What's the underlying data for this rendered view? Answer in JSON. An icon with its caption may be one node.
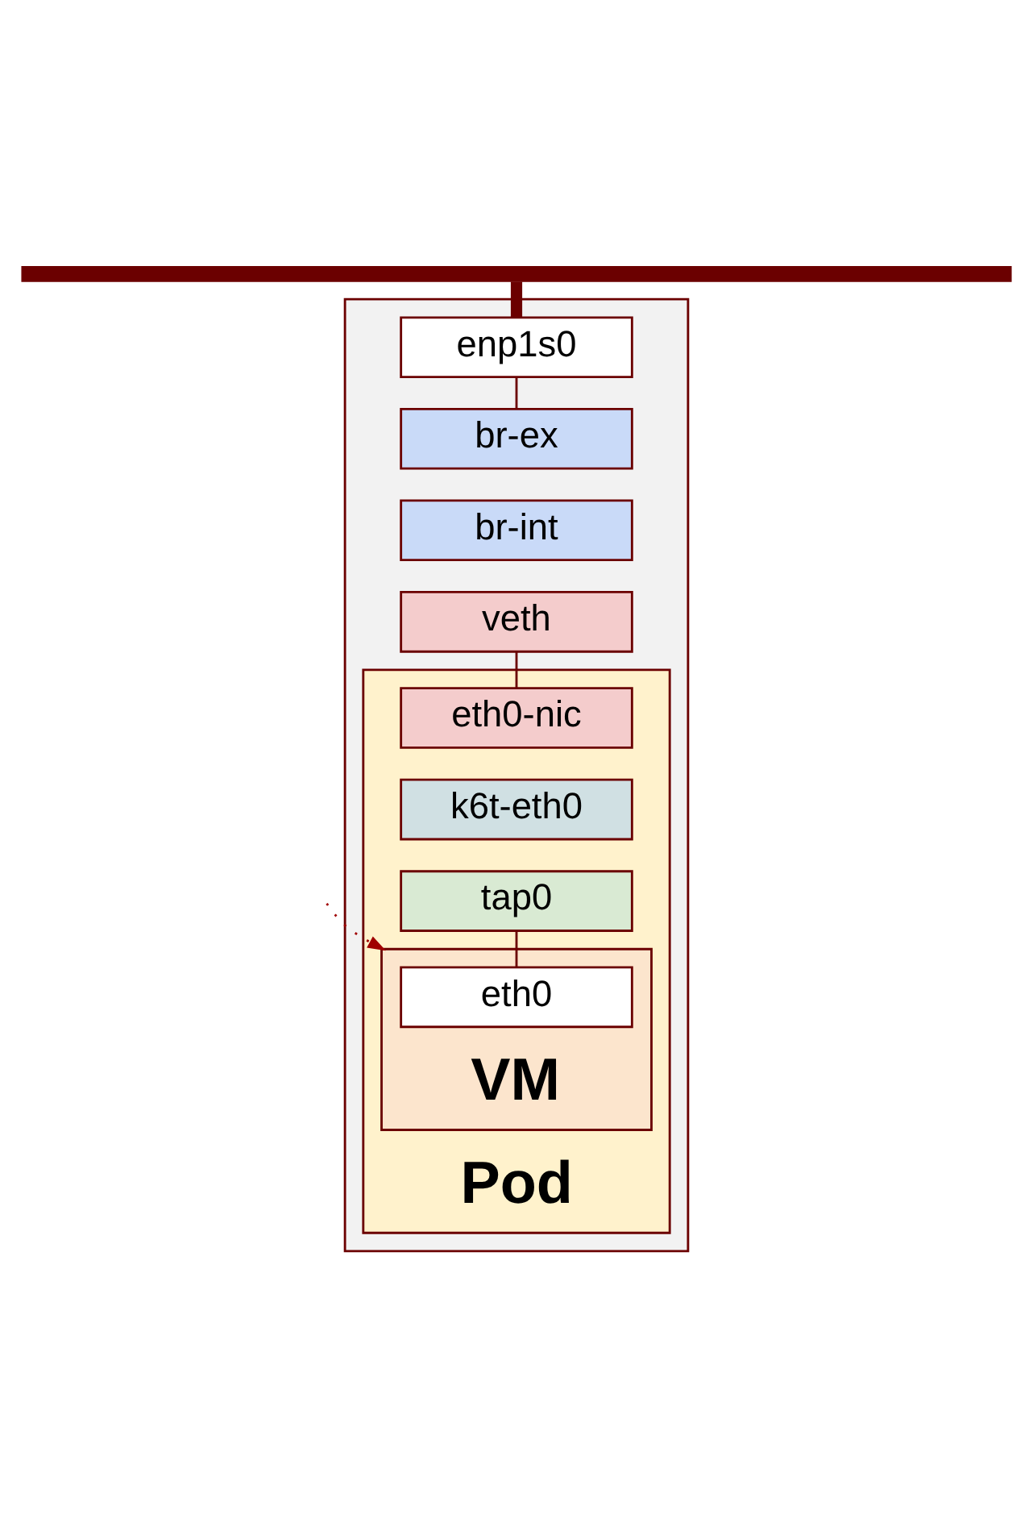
{
  "diagram": {
    "nodes": [
      {
        "text": [],
        "shape": "box"
      },
      {
        "text": [],
        "shape": "bar"
      },
      {
        "text": [
          "enp1s0"
        ],
        "in": 0
      },
      {
        "text": [
          "br-ex"
        ],
        "in": 0
      },
      {
        "text": [
          "br-int"
        ],
        "in": 0
      },
      {
        "text": [
          "veth"
        ],
        "in": 0
      },
      {
        "text": [
          "Pod"
        ],
        "in": 0
      },
      {
        "text": [
          "eth0-nic"
        ],
        "in": 6
      },
      {
        "text": [
          "k6t-eth0"
        ],
        "in": 6
      },
      {
        "text": [
          "tap0"
        ],
        "in": 6
      },
      {
        "text": [
          "VM"
        ],
        "in": 6
      },
      {
        "text": [
          "eth0"
        ],
        "in": 10
      }
    ],
    "edges": [
      {
        "from": 1,
        "to": 2,
        "arrow": "none",
        "style": "thick"
      },
      {
        "from": 2,
        "to": 3,
        "arrow": "none"
      },
      {
        "from": 5,
        "to": 7,
        "arrow": "none"
      },
      {
        "from": 9,
        "to": 11,
        "arrow": "none"
      },
      {
        "from": null,
        "to": 10,
        "arrow": "to",
        "style": "dashed",
        "color": "#a00000"
      }
    ]
  }
}
